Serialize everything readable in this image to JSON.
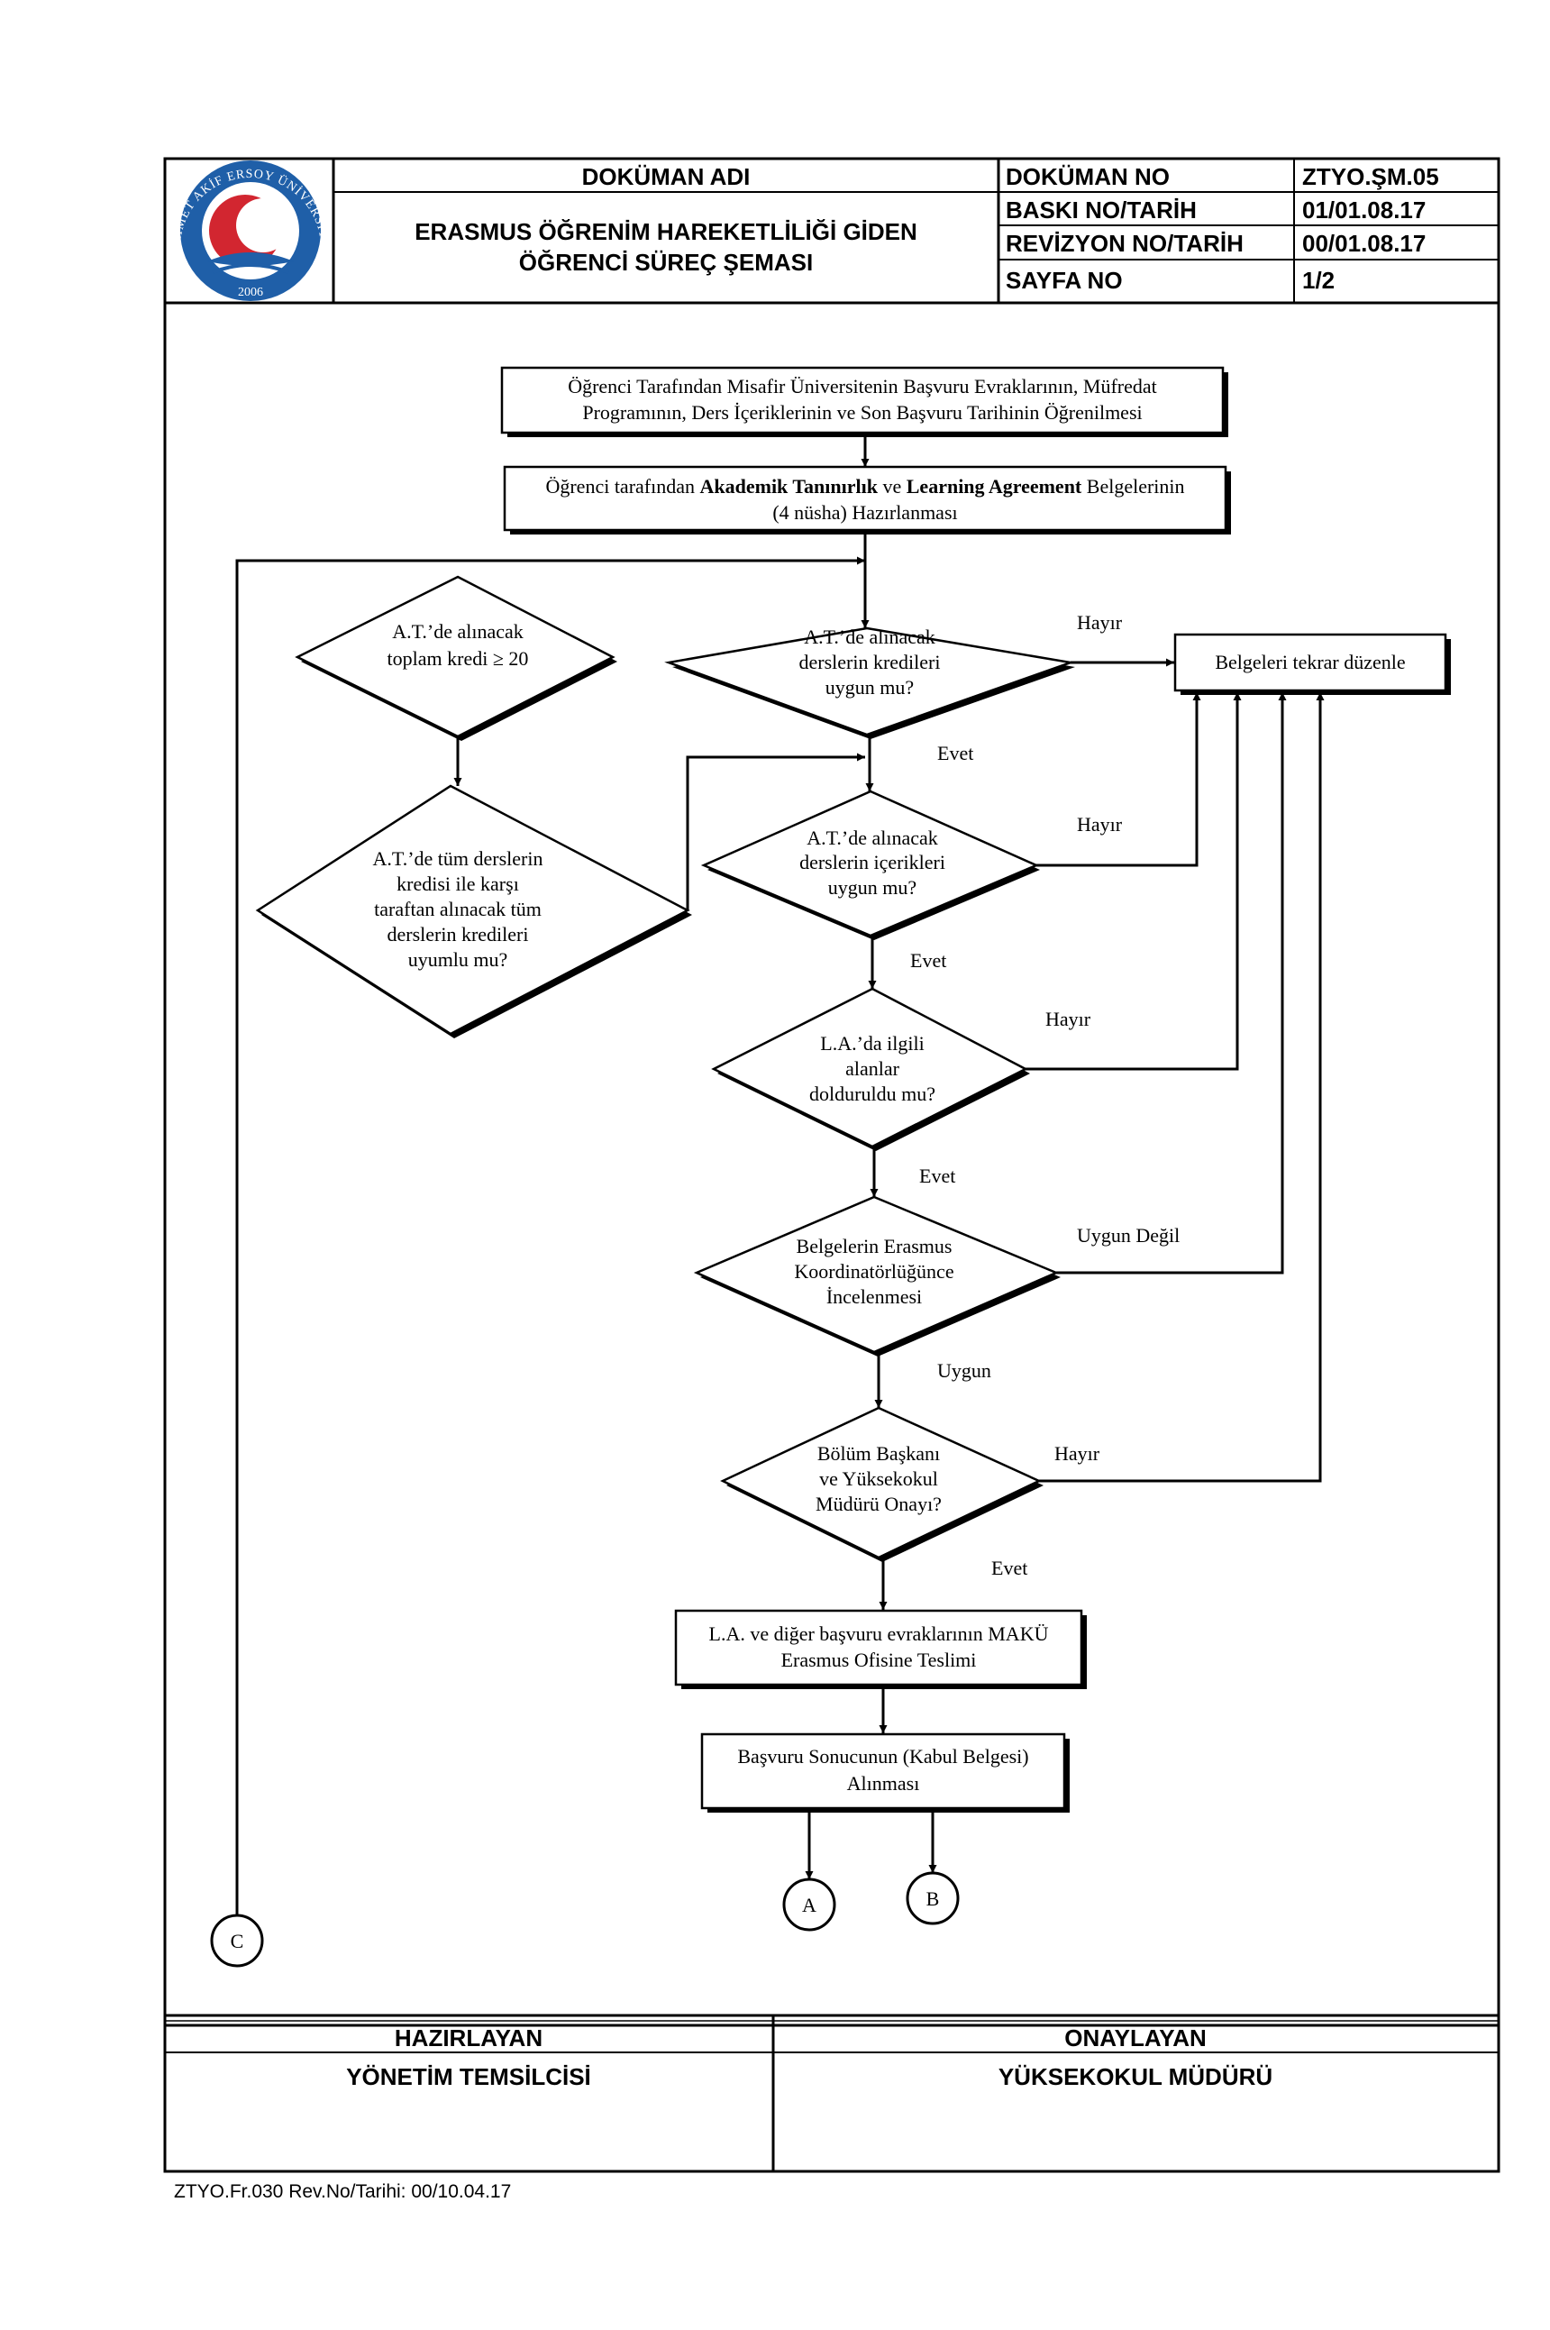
{
  "header": {
    "org_seal_text": "MEHMET AKİF ERSOY ÜNİVERSİTESİ",
    "org_seal_year": "2006",
    "doc_name_label": "DOKÜMAN ADI",
    "doc_title_line1": "ERASMUS ÖĞRENİM HAREKETLİLİĞİ GİDEN",
    "doc_title_line2": "ÖĞRENCİ SÜREÇ ŞEMASI",
    "doc_no_label": "DOKÜMAN NO",
    "doc_no_value": "ZTYO.ŞM.05",
    "print_label": "BASKI NO/TARİH",
    "print_value": "01/01.08.17",
    "revision_label": "REVİZYON NO/TARİH",
    "revision_value": "00/01.08.17",
    "page_label": "SAYFA NO",
    "page_value": "1/2"
  },
  "flow": {
    "step1_line1": "Öğrenci Tarafından Misafir Üniversitenin Başvuru Evraklarının, Müfredat",
    "step1_line2": "Programının, Ders İçeriklerinin ve Son Başvuru Tarihinin Öğrenilmesi",
    "step2_line1_a": "Öğrenci tarafından ",
    "step2_line1_b": "Akademik Tanınırlık",
    "step2_line1_c": " ve ",
    "step2_line1_d": "Learning Agreement",
    "step2_line1_e": " Belgelerinin",
    "step2_line2": "(4 nüsha) Hazırlanması",
    "d_total_line1": "A.T.’de alınacak",
    "d_total_line2": "toplam kredi ≥ 20",
    "d_compat_line1": "A.T.’de tüm derslerin",
    "d_compat_line2": "kredisi ile karşı",
    "d_compat_line3": "taraftan alınacak tüm",
    "d_compat_line4": "derslerin kredileri",
    "d_compat_line5": "uyumlu mu?",
    "d_credits_line1": "A.T.’de alınacak",
    "d_credits_line2": "derslerin kredileri",
    "d_credits_line3": "uygun mu?",
    "d_content_line1": "A.T.’de alınacak",
    "d_content_line2": "derslerin içerikleri",
    "d_content_line3": "uygun mu?",
    "d_la_line1": "L.A.’da ilgili",
    "d_la_line2": "alanlar",
    "d_la_line3": "dolduruldu mu?",
    "d_coord_line1": "Belgelerin Erasmus",
    "d_coord_line2": "Koordinatörlüğünce",
    "d_coord_line3": "İncelenmesi",
    "d_approve_line1": "Bölüm Başkanı",
    "d_approve_line2": "ve Yüksekokul",
    "d_approve_line3": "Müdürü Onayı?",
    "redo_box": "Belgeleri tekrar düzenle",
    "submit_line1": "L.A. ve diğer başvuru evraklarının MAKÜ",
    "submit_line2": "Erasmus Ofisine Teslimi",
    "result_line1": "Başvuru Sonucunun (Kabul Belgesi)",
    "result_line2": "Alınması",
    "no": "Hayır",
    "yes": "Evet",
    "not_suitable": "Uygun Değil",
    "suitable": "Uygun",
    "connector_a": "A",
    "connector_b": "B",
    "connector_c": "C"
  },
  "footer": {
    "prepared_label": "HAZIRLAYAN",
    "prepared_value": "YÖNETİM TEMSİLCİSİ",
    "approved_label": "ONAYLAYAN",
    "approved_value": "YÜKSEKOKUL MÜDÜRÜ",
    "form_code": "ZTYO.Fr.030 Rev.No/Tarihi: 00/10.04.17"
  },
  "colors": {
    "seal_blue": "#1f5fa8",
    "seal_red": "#d22630",
    "line": "#000000"
  }
}
